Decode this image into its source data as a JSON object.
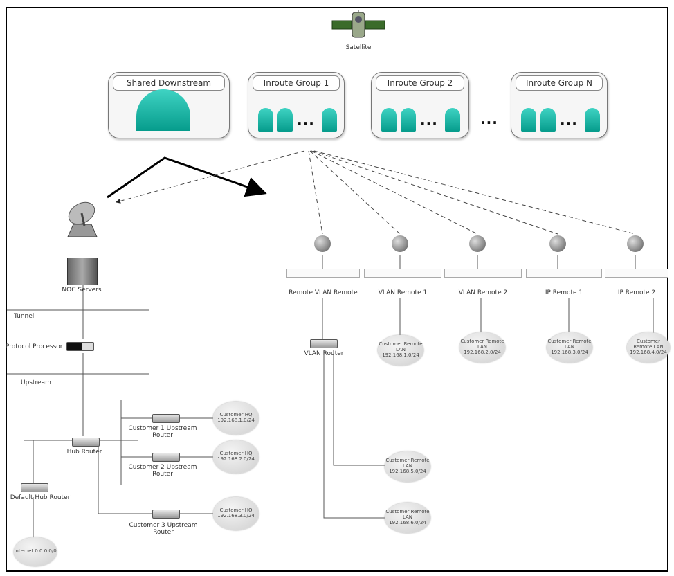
{
  "satellite": {
    "label": "Satellite",
    "icon": "satellite-icon"
  },
  "groups": [
    {
      "title": "Shared Downstream"
    },
    {
      "title": "Inroute Group 1"
    },
    {
      "title": "Inroute Group 2"
    },
    {
      "title": "Inroute Group N"
    }
  ],
  "ellipsis": "...",
  "hub": {
    "antenna_icon": "hub-antenna-icon",
    "server_label": "NOC Servers",
    "tunnel_label": "Tunnel",
    "protocol_label": "Protocol Processor",
    "upstream_label": "Upstream",
    "router_label": "Hub Router",
    "default_label": "Default Hub Router",
    "customer_routers": [
      "Customer 1 Upstream Router",
      "Customer 2 Upstream Router",
      "Customer 3 Upstream Router"
    ],
    "customer_clouds": [
      "Customer HQ 192.168.1.0/24",
      "Customer HQ 192.168.2.0/24",
      "Customer HQ 192.168.3.0/24"
    ],
    "internet_label": "Internet 0.0.0.0/0"
  },
  "remotes": [
    {
      "label": "Remote VLAN Remote",
      "cloud": ""
    },
    {
      "label": "VLAN Remote 1",
      "cloud": "Customer Remote LAN 192.168.1.0/24"
    },
    {
      "label": "VLAN Remote 2",
      "cloud": "Customer Remote LAN 192.168.2.0/24"
    },
    {
      "label": "IP Remote 1",
      "cloud": "Customer Remote LAN 192.168.3.0/24"
    },
    {
      "label": "IP Remote 2",
      "cloud": "Customer Remote LAN 192.168.4.0/24"
    }
  ],
  "vlan_router": {
    "label": "VLAN Router",
    "clouds": [
      "Customer Remote LAN 192.168.5.0/24",
      "Customer Remote LAN 192.168.6.0/24"
    ]
  }
}
